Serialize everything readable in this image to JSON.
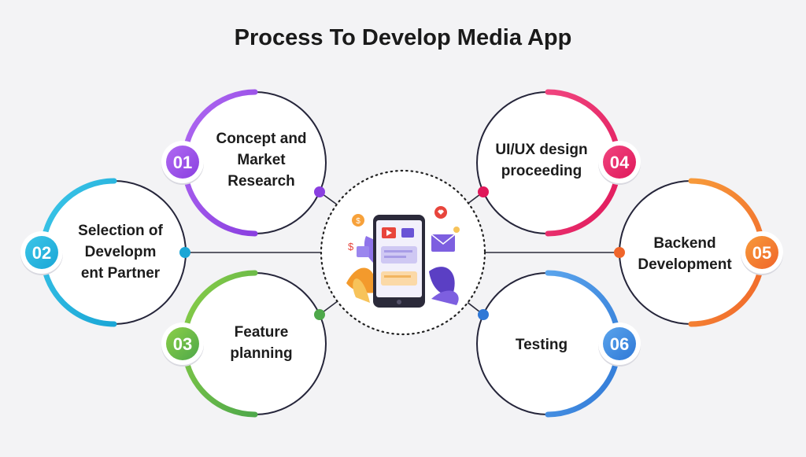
{
  "title": "Process To Develop Media App",
  "steps": [
    {
      "number": "01",
      "label": "Concept and\nMarket\nResearch",
      "color": "#8a3fe0",
      "color2": "#b06af2"
    },
    {
      "number": "02",
      "label": "Selection of\nDevelopm\nent Partner",
      "color": "#1aa6d6",
      "color2": "#3cc6e8"
    },
    {
      "number": "03",
      "label": "Feature\nplanning",
      "color": "#4ea84a",
      "color2": "#8ccf47"
    },
    {
      "number": "04",
      "label": "UI/UX design\nproceeding",
      "color": "#e0185a",
      "color2": "#f0457f"
    },
    {
      "number": "05",
      "label": "Backend\nDevelopment",
      "color": "#f0652a",
      "color2": "#f79a3a"
    },
    {
      "number": "06",
      "label": "Testing",
      "color": "#2f78d6",
      "color2": "#5aa4ec"
    }
  ],
  "center_icon": "media-app-phone-icon"
}
